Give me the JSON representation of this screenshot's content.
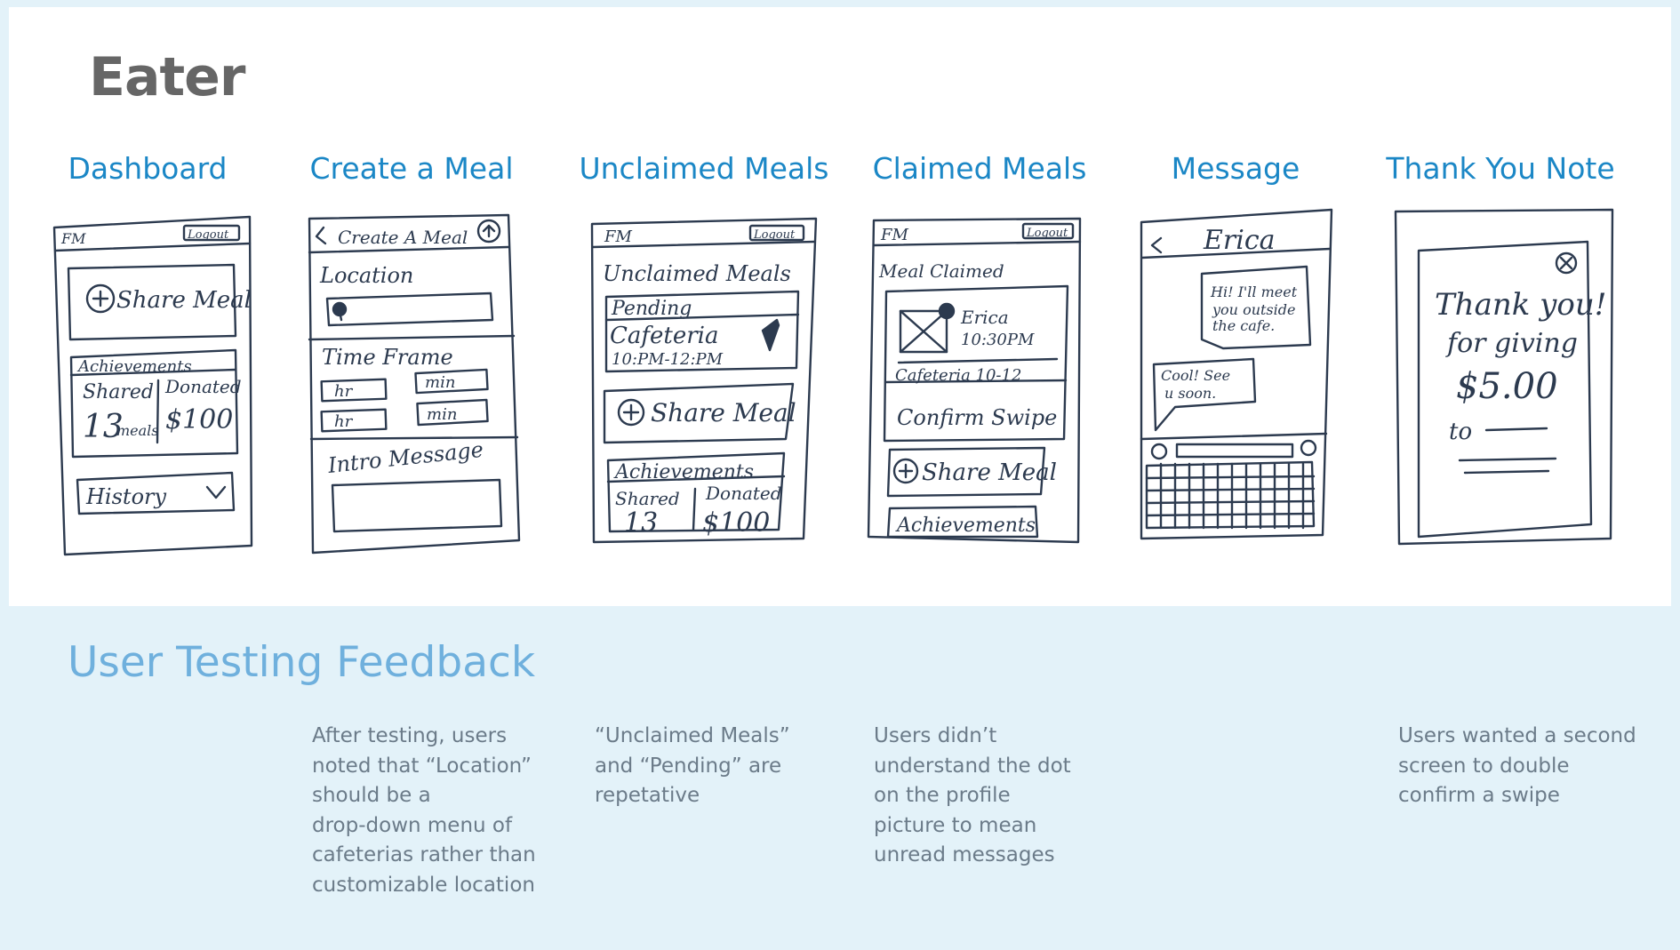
{
  "title": "Eater",
  "screens": [
    {
      "name": "Dashboard",
      "sketch": {
        "brand": "FM",
        "logout": "Logout",
        "share_meal": "Share Meal",
        "achievements": "Achievements",
        "shared_label": "Shared",
        "shared_value": "13",
        "shared_unit": "meals",
        "donated_label": "Donated",
        "donated_value": "$100",
        "history": "History"
      }
    },
    {
      "name": "Create a Meal",
      "sketch": {
        "header": "Create A Meal",
        "location": "Location",
        "time_frame": "Time Frame",
        "hr": "hr",
        "min": "min",
        "intro_message": "Intro Message"
      }
    },
    {
      "name": "Unclaimed Meals",
      "sketch": {
        "brand": "FM",
        "logout": "Logout",
        "heading": "Unclaimed Meals",
        "pending": "Pending",
        "place": "Cafeteria",
        "time": "10:PM-12:PM",
        "share_meal": "Share Meal",
        "achievements": "Achievements",
        "shared_label": "Shared",
        "shared_value": "13",
        "donated_label": "Donated",
        "donated_value": "$100"
      }
    },
    {
      "name": "Claimed Meals",
      "sketch": {
        "brand": "FM",
        "logout": "Logout",
        "heading": "Meal Claimed",
        "person": "Erica",
        "person_time": "10:30PM",
        "place_time": "Cafeteria 10-12",
        "confirm": "Confirm Swipe",
        "share_meal": "Share Meal",
        "achievements": "Achievements"
      }
    },
    {
      "name": "Message",
      "sketch": {
        "contact": "Erica",
        "incoming_1": "Hi! I'll meet",
        "incoming_2": "you outside",
        "incoming_3": "the cafe.",
        "outgoing_1": "Cool! See",
        "outgoing_2": "u soon."
      }
    },
    {
      "name": "Thank You Note",
      "sketch": {
        "line_1": "Thank you!",
        "line_2": "for giving",
        "amount": "$5.00",
        "to": "to"
      }
    }
  ],
  "feedback": {
    "title": "User Testing Feedback",
    "notes": [
      "After testing, users\nnoted that “Location”\nshould be a\ndrop-down menu of\ncafeterias rather than\ncustomizable location",
      "“Unclaimed Meals”\nand “Pending” are\nrepetative",
      "Users didn’t\nunderstand the dot\non the profile\npicture to mean\nunread messages",
      "Users wanted a second\nscreen to double\nconfirm a swipe"
    ]
  },
  "colors": {
    "background": "#e3f2f9",
    "panel": "#ffffff",
    "heading_grey": "#666666",
    "screen_title_blue": "#1b87c6",
    "feedback_title_blue": "#6fb0dd",
    "note_text": "#6b7b89",
    "sketch_ink": "#2c3a4f"
  }
}
